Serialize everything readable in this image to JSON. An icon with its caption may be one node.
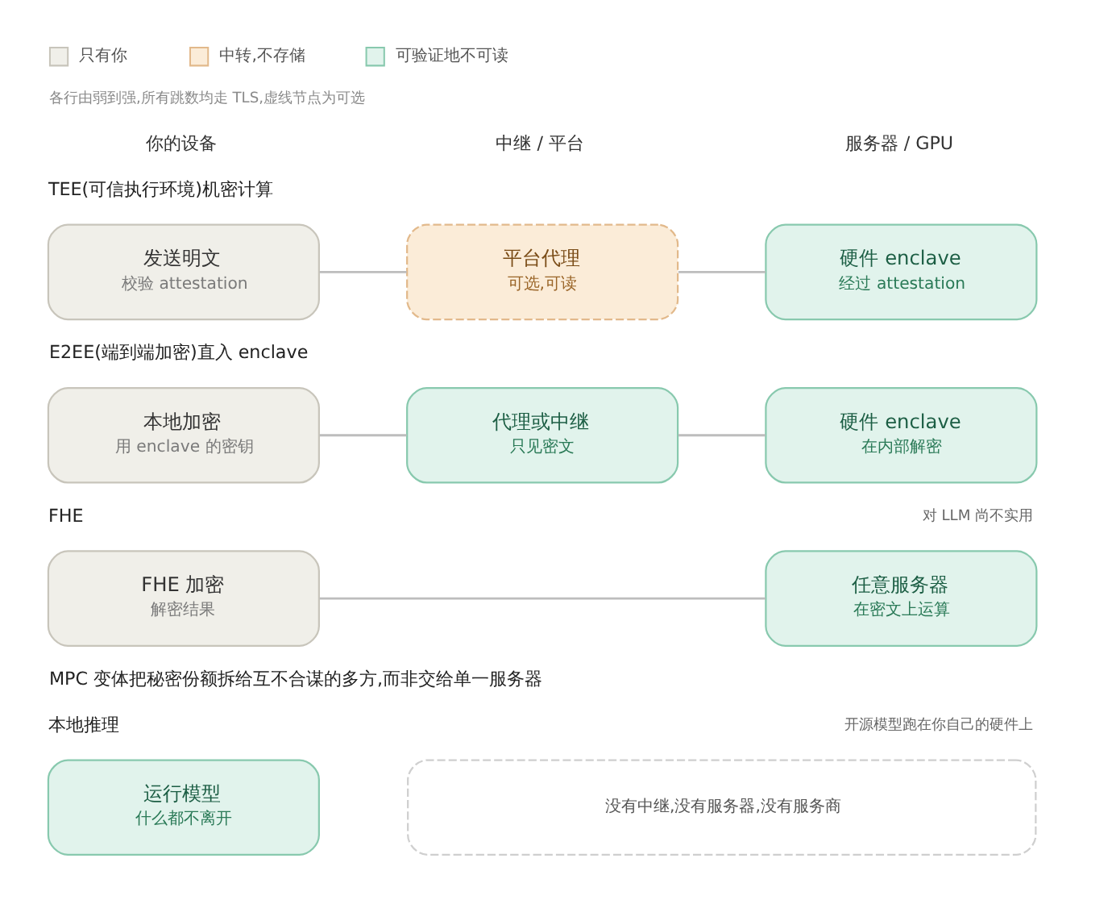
{
  "diagram": {
    "nodes": [
      {
        "text": [
          "发送明文",
          "校验 attestation"
        ]
      },
      {
        "text": [
          "平台代理",
          "可选,可读"
        ]
      },
      {
        "text": [
          "硬件 enclave",
          "经过 attestation"
        ]
      },
      {
        "text": [
          "本地加密",
          "用 enclave 的密钥"
        ]
      },
      {
        "text": [
          "代理或中继",
          "只见密文"
        ]
      },
      {
        "text": [
          "硬件 enclave",
          "在内部解密"
        ]
      },
      {
        "text": [
          "FHE 加密",
          "解密结果"
        ]
      },
      {
        "text": [
          "任意服务器",
          "在密文上运算"
        ]
      },
      {
        "text": [
          "运行模型",
          "什么都不离开"
        ]
      },
      {
        "text": [
          "没有中继,没有服务器,没有服务商"
        ]
      }
    ],
    "edges": [
      {
        "from": 0,
        "to": 1,
        "arrow": "none"
      },
      {
        "from": 1,
        "to": 2,
        "arrow": "none"
      },
      {
        "from": 3,
        "to": 4,
        "arrow": "none"
      },
      {
        "from": 4,
        "to": 5,
        "arrow": "none"
      },
      {
        "from": 6,
        "to": 7,
        "arrow": "none"
      }
    ],
    "labels": [
      "各行由弱到强,所有跳数均走 TLS,虚线节点为可选",
      "你的设备",
      "中继 / 平台",
      "服务器 / GPU",
      "TEE(可信执行环境)机密计算",
      "E2EE(端到端加密)直入 enclave",
      "FHE",
      "对 LLM 尚不实用",
      "MPC 变体把秘密份额拆给互不合谋的多方,而非交给单一服务器",
      "本地推理",
      "开源模型跑在你自己的硬件上"
    ],
    "legend": [
      {
        "text": "只有你",
        "color": "#f0efe9"
      },
      {
        "text": "中转,不存储",
        "color": "#fbecd8"
      },
      {
        "text": "可验证地不可读",
        "color": "#e1f3ec"
      }
    ]
  }
}
